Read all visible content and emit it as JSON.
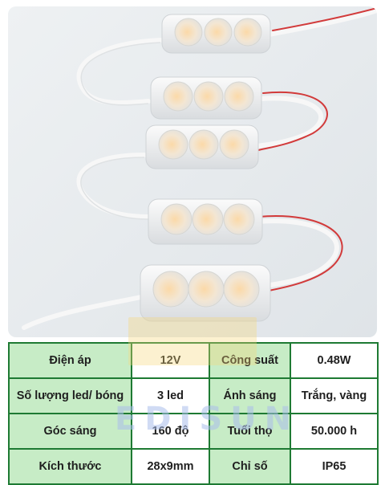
{
  "specs": {
    "rows": [
      {
        "label1": "Điện áp",
        "value1": "12V",
        "label2": "Công suất",
        "value2": "0.48W"
      },
      {
        "label1": "Số lượng led/ bóng",
        "value1": "3 led",
        "label2": "Ánh sáng",
        "value2": "Trắng, vàng"
      },
      {
        "label1": "Góc sáng",
        "value1": "160 độ",
        "label2": "Tuổi thọ",
        "value2": "50.000 h"
      },
      {
        "label1": "Kích thước",
        "value1": "28x9mm",
        "label2": "Chỉ số",
        "value2": "IP65"
      }
    ]
  },
  "watermark": {
    "text": "EDISUN"
  },
  "colors": {
    "border": "#1e7a33",
    "label_bg": "#c7ecc6",
    "wire_red": "#d23a3a"
  }
}
